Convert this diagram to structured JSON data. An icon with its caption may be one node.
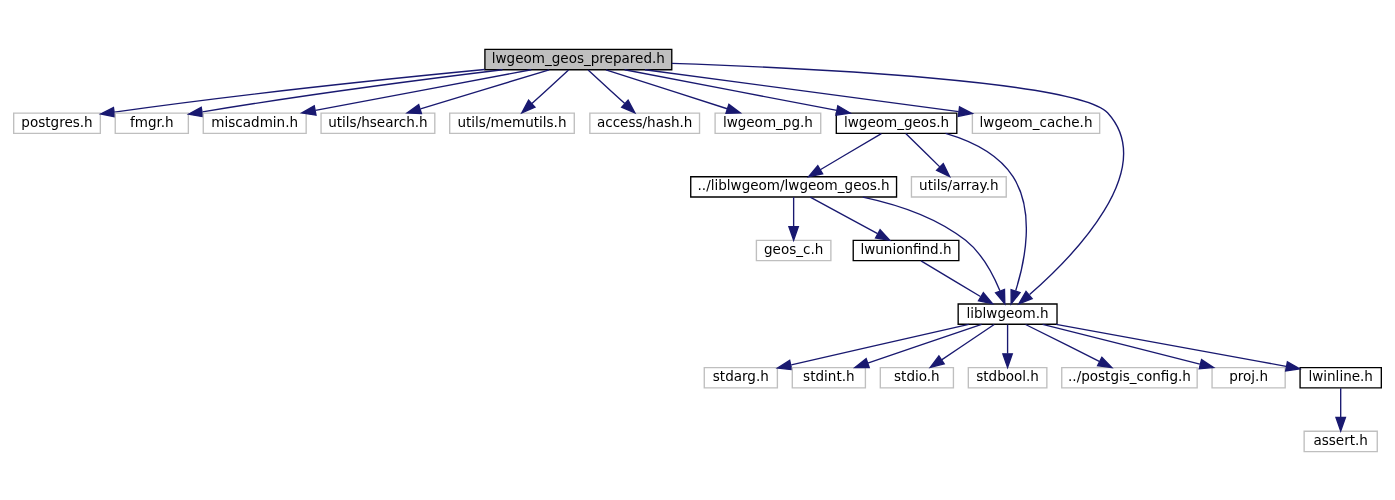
{
  "diagram": {
    "nodes": [
      {
        "text": [
          "lwgeom_geos_prepared.h"
        ]
      },
      {
        "text": [
          "postgres.h"
        ]
      },
      {
        "text": [
          "fmgr.h"
        ]
      },
      {
        "text": [
          "miscadmin.h"
        ]
      },
      {
        "text": [
          "utils/hsearch.h"
        ]
      },
      {
        "text": [
          "utils/memutils.h"
        ]
      },
      {
        "text": [
          "access/hash.h"
        ]
      },
      {
        "text": [
          "lwgeom_pg.h"
        ]
      },
      {
        "text": [
          "lwgeom_geos.h"
        ]
      },
      {
        "text": [
          "lwgeom_cache.h"
        ]
      },
      {
        "text": [
          "../liblwgeom/lwgeom_geos.h"
        ]
      },
      {
        "text": [
          "utils/array.h"
        ]
      },
      {
        "text": [
          "geos_c.h"
        ]
      },
      {
        "text": [
          "lwunionfind.h"
        ]
      },
      {
        "text": [
          "liblwgeom.h"
        ]
      },
      {
        "text": [
          "stdarg.h"
        ]
      },
      {
        "text": [
          "stdint.h"
        ]
      },
      {
        "text": [
          "stdio.h"
        ]
      },
      {
        "text": [
          "stdbool.h"
        ]
      },
      {
        "text": [
          "../postgis_config.h"
        ]
      },
      {
        "text": [
          "proj.h"
        ]
      },
      {
        "text": [
          "lwinline.h"
        ]
      },
      {
        "text": [
          "assert.h"
        ]
      }
    ],
    "edges": [
      {
        "from": 0,
        "to": 1,
        "arrow": "to"
      },
      {
        "from": 0,
        "to": 2,
        "arrow": "to"
      },
      {
        "from": 0,
        "to": 3,
        "arrow": "to"
      },
      {
        "from": 0,
        "to": 4,
        "arrow": "to"
      },
      {
        "from": 0,
        "to": 5,
        "arrow": "to"
      },
      {
        "from": 0,
        "to": 6,
        "arrow": "to"
      },
      {
        "from": 0,
        "to": 7,
        "arrow": "to"
      },
      {
        "from": 0,
        "to": 8,
        "arrow": "to"
      },
      {
        "from": 0,
        "to": 14,
        "arrow": "to"
      },
      {
        "from": 0,
        "to": 9,
        "arrow": "to"
      },
      {
        "from": 8,
        "to": 10,
        "arrow": "to"
      },
      {
        "from": 8,
        "to": 14,
        "arrow": "to"
      },
      {
        "from": 8,
        "to": 11,
        "arrow": "to"
      },
      {
        "from": 10,
        "to": 14,
        "arrow": "to"
      },
      {
        "from": 10,
        "to": 12,
        "arrow": "to"
      },
      {
        "from": 10,
        "to": 13,
        "arrow": "to"
      },
      {
        "from": 13,
        "to": 14,
        "arrow": "to"
      },
      {
        "from": 14,
        "to": 15,
        "arrow": "to"
      },
      {
        "from": 14,
        "to": 16,
        "arrow": "to"
      },
      {
        "from": 14,
        "to": 17,
        "arrow": "to"
      },
      {
        "from": 14,
        "to": 18,
        "arrow": "to"
      },
      {
        "from": 14,
        "to": 19,
        "arrow": "to"
      },
      {
        "from": 14,
        "to": 20,
        "arrow": "to"
      },
      {
        "from": 14,
        "to": 21,
        "arrow": "to"
      },
      {
        "from": 21,
        "to": 22,
        "arrow": "to"
      }
    ]
  }
}
